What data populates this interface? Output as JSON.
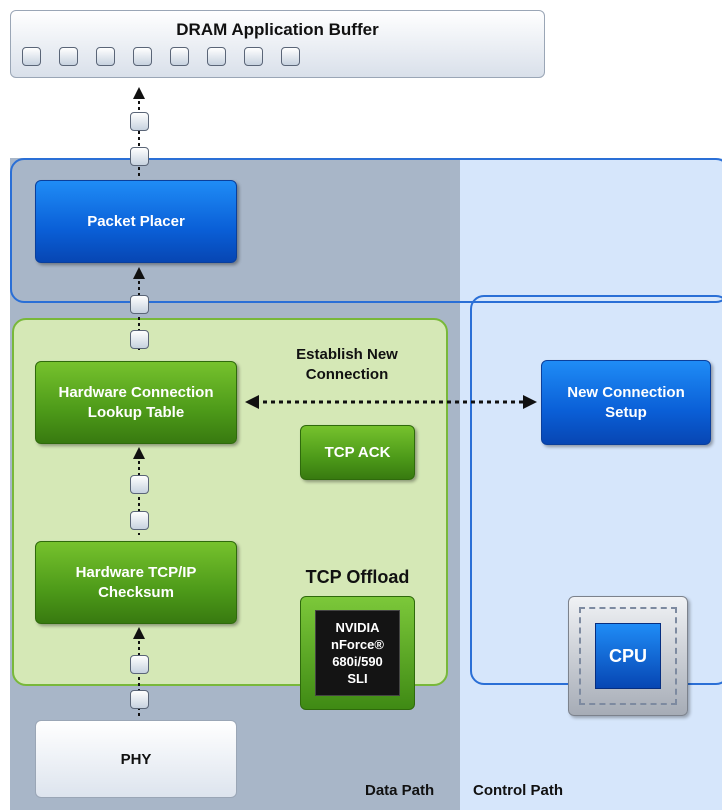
{
  "buffer": {
    "title": "DRAM Application Buffer"
  },
  "boxes": {
    "packet_placer": "Packet Placer",
    "lookup_table_line1": "Hardware Connection",
    "lookup_table_line2": "Lookup Table",
    "checksum_line1": "Hardware TCP/IP",
    "checksum_line2": "Checksum",
    "phy": "PHY",
    "tcp_ack": "TCP ACK",
    "new_conn_line1": "New Connection",
    "new_conn_line2": "Setup"
  },
  "labels": {
    "establish_line1": "Establish New",
    "establish_line2": "Connection",
    "tcp_offload": "TCP Offload",
    "data_path": "Data Path",
    "control_path": "Control Path"
  },
  "chips": {
    "nvidia_line1": "NVIDIA",
    "nvidia_line2": "nForce®",
    "nvidia_line3": "680i/590",
    "nvidia_line4": "SLI",
    "cpu": "CPU"
  },
  "colors": {
    "blue_accent": "#0a5fd7",
    "green_accent": "#4d9a19",
    "data_path_bg": "#a8b6c8",
    "control_path_bg": "#d6e6fb"
  }
}
